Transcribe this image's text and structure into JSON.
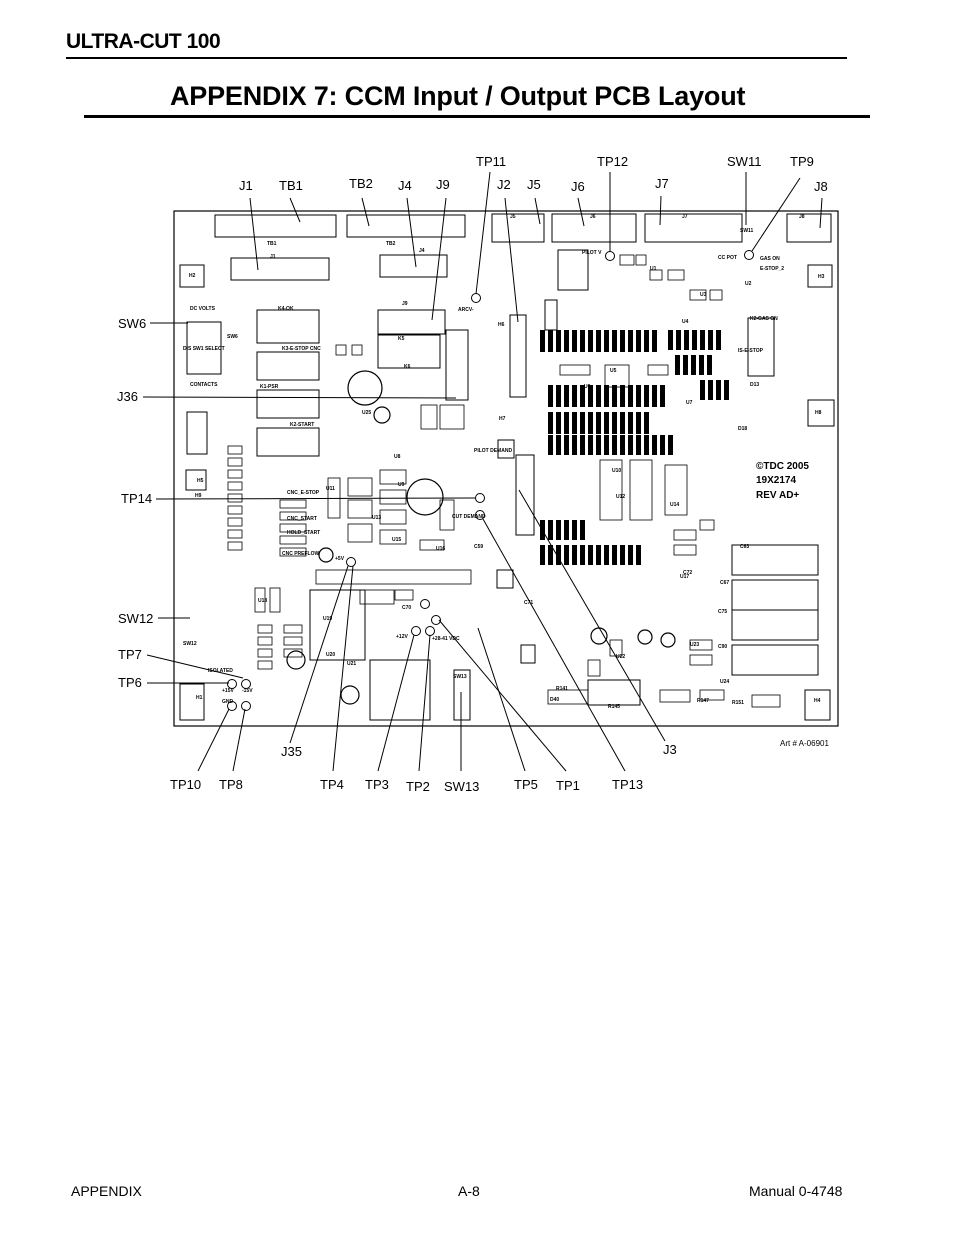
{
  "header": {
    "product": "ULTRA-CUT 100"
  },
  "title": "APPENDIX 7: CCM Input / Output PCB  Layout",
  "callouts": {
    "top": [
      "J1",
      "TB1",
      "TB2",
      "J4",
      "J9",
      "TP11",
      "J2",
      "J5",
      "J6",
      "TP12",
      "J7",
      "SW11",
      "TP9",
      "J8"
    ],
    "left": [
      "SW6",
      "J36",
      "TP14",
      "SW12",
      "TP7",
      "TP6"
    ],
    "bottom": [
      "TP10",
      "TP8",
      "J35",
      "TP4",
      "TP3",
      "TP2",
      "SW13",
      "TP5",
      "TP1",
      "TP13",
      "J3"
    ]
  },
  "board": {
    "copyright": "©TDC 2005",
    "part_number": "19X2174",
    "revision": "REV AD+",
    "silkscreen": [
      "TB1",
      "TB2",
      "J1",
      "J4",
      "J5",
      "J6",
      "J7",
      "J8",
      "J9",
      "H1",
      "H2",
      "H3",
      "H4",
      "H5",
      "H6",
      "H7",
      "H8",
      "H9",
      "DC VOLTS",
      "K4-OK",
      "K3-E-STOP CNC",
      "K1-PSR",
      "K2-START",
      "K5",
      "K6",
      "CONTACTS",
      "CNC_E-STOP",
      "CNC_START",
      "HOLD_START",
      "CNC PREFLOW",
      "PILOT DEMAND",
      "CUT DEMAND",
      "ARCV-",
      "PILOT V",
      "CC POT",
      "GAS ON",
      "E-STOP_2",
      "K2-GAS ON",
      "IS-E-STOP",
      "ISOLATED",
      "GND",
      "+15V",
      "-15V",
      "+5V",
      "+12V",
      "+28-41 VDC",
      "SW12",
      "SW13",
      "U1",
      "U2",
      "U3",
      "U4",
      "U5",
      "U6",
      "U7",
      "U8",
      "U9",
      "U10",
      "U11",
      "U12",
      "U13",
      "U14",
      "U15",
      "U16",
      "U17",
      "U18",
      "U19",
      "U20",
      "U21",
      "U22",
      "U23",
      "U24",
      "U25",
      "R145",
      "R141",
      "R147",
      "R151",
      "D40",
      "D18",
      "D13",
      "C63",
      "C67",
      "C75",
      "C90",
      "C72",
      "C70",
      "C71",
      "C59",
      "SW11",
      "SW6",
      "DIS SW1 SELECT"
    ]
  },
  "art_number": "Art # A-06901",
  "footer": {
    "left": "APPENDIX",
    "center": "A-8",
    "right": "Manual  0-4748"
  }
}
